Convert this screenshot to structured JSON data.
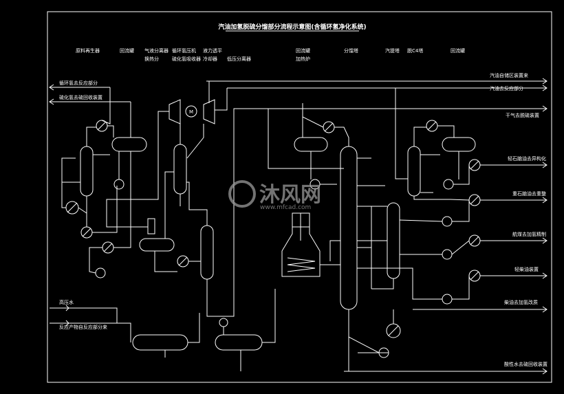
{
  "title": "汽油加氢脱硫分馏部分流程示意图(含循环氢净化系统)",
  "headers": [
    "原料再生器",
    "回流罐",
    "气液分离器",
    "循环氢压机",
    "液力透平",
    "回流罐",
    "分馏塔",
    "汽提塔",
    "脱C4塔",
    "回流罐"
  ],
  "header_sub": [
    "换热分",
    "硫化氢吸收器",
    "冷却器",
    "低压分离器",
    "加热炉"
  ],
  "left_streams": [
    "循环氢去反应部分",
    "硫化氢去硫回收装置",
    "高压水",
    "反应产物自反应部分来"
  ],
  "right_streams": [
    "汽油自储区装置来",
    "汽油去反应部分",
    "干气去脱硫装置",
    "轻石脑油去异构化",
    "重石脑油去重整",
    "航煤去加氢精制",
    "轻柴油装置",
    "柴油去加氢改质",
    "酸性水去硫回收装置"
  ],
  "motor_label": "M",
  "watermark": {
    "brand": "沐风网",
    "url": "www.mfcad.com"
  }
}
